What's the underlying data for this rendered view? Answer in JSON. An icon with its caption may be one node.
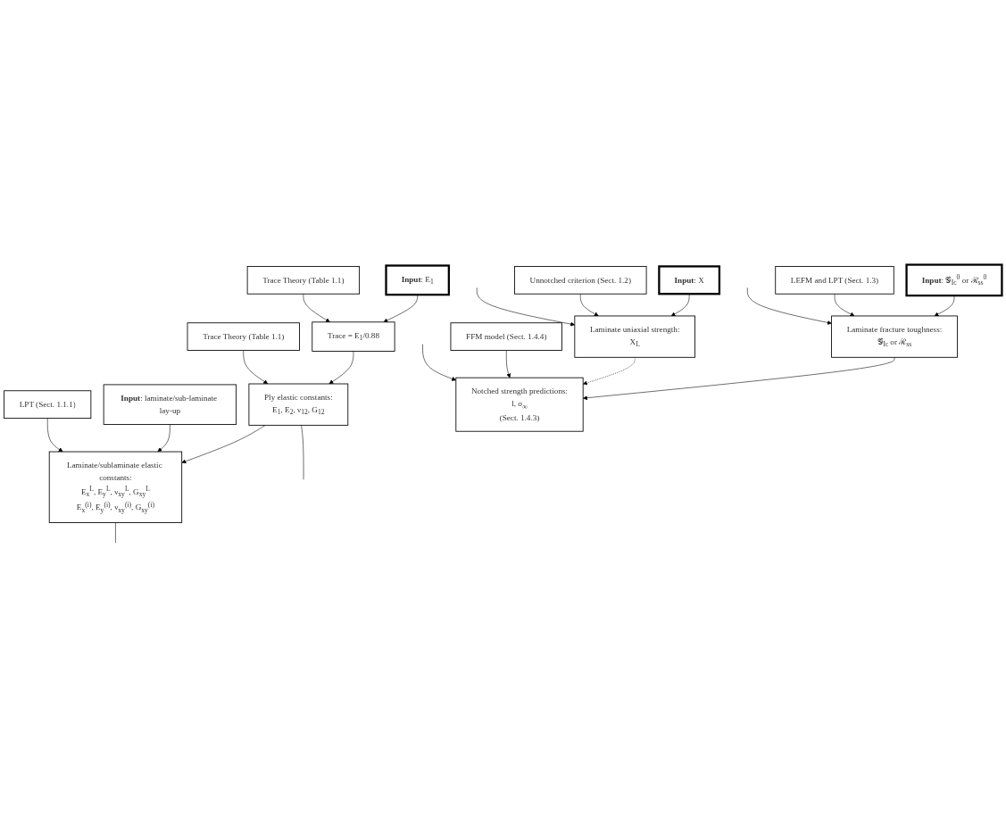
{
  "diagram": {
    "nodes": [
      {
        "text": [
          "**Input**: E$_{1}$"
        ]
      },
      {
        "text": [
          "Trace Theory (Table 1.1)"
        ]
      },
      {
        "text": [
          "Trace = E$_{1}$/0.88"
        ]
      },
      {
        "text": [
          "Trace Theory (Table 1.1)"
        ]
      },
      {
        "text": [
          "Ply elastic constants:",
          "E$_{1}$, E$_{2}$, ν$_{12}$, G$_{12}$"
        ]
      },
      {
        "text": [
          "**Input**: laminate/sub-laminate lay-up"
        ]
      },
      {
        "text": [
          "LPT (Sect. 1.1.1)"
        ]
      },
      {
        "text": [
          "Laminate/sublaminate elastic constants:",
          "E$_{x}$$^{L}$, E$_{y}$$^{L}$, ν$_{xy}$$^{L}$, G$_{xy}$$^{L}$",
          "E$_{x}$$^{(i)}$, E$_{y}$$^{(i)}$, ν$_{xy}$$^{(i)}$, G$_{xy}$$^{(i)}$"
        ]
      },
      {
        "text": [
          "**Input**: X"
        ]
      },
      {
        "text": [
          "Unnotched criterion (Sect. 1.2)"
        ]
      },
      {
        "text": [
          "Laminate uniaxial strength:",
          "X$_{L}$"
        ]
      },
      {
        "text": [
          "**Input**: 𝒢$_{Ic}$$^{0}$ or ℛ$_{ss}$$^{0}$"
        ]
      },
      {
        "text": [
          "LEFM and LPT (Sect. 1.3)"
        ]
      },
      {
        "text": [
          "Laminate fracture toughness:",
          "𝒢$_{Ic}$ or ℛ$_{ss}$"
        ]
      },
      {
        "text": [
          "FFM model (Sect. 1.4.4)"
        ]
      },
      {
        "text": [
          "Notched strength predictions:",
          "l, σ$_{∞}$",
          "(Sect. 1.4.3)"
        ]
      }
    ],
    "edges": [
      {
        "from": 0,
        "to": 2,
        "arrow": "to"
      },
      {
        "from": 1,
        "to": 2,
        "arrow": "to"
      },
      {
        "from": 2,
        "to": 4,
        "arrow": "to"
      },
      {
        "from": 3,
        "to": 4,
        "arrow": "to"
      },
      {
        "from": 4,
        "to": 7,
        "arrow": "to"
      },
      {
        "from": 5,
        "to": 7,
        "arrow": "to"
      },
      {
        "from": 6,
        "to": 7,
        "arrow": "to"
      },
      {
        "from": 8,
        "to": 10,
        "arrow": "to"
      },
      {
        "from": 9,
        "to": 10,
        "arrow": "to"
      },
      {
        "from": 11,
        "to": 13,
        "arrow": "to"
      },
      {
        "from": 12,
        "to": 13,
        "arrow": "to"
      },
      {
        "from": 13,
        "to": 15,
        "arrow": "to"
      },
      {
        "from": 10,
        "to": 15,
        "arrow": "to",
        "style": "dashed"
      },
      {
        "from": 14,
        "to": 15,
        "arrow": "to"
      },
      {
        "from": 4,
        "to": null,
        "arrow": "none"
      },
      {
        "from": 7,
        "to": null,
        "arrow": "none"
      },
      {
        "from": null,
        "to": 10,
        "arrow": "to"
      },
      {
        "from": null,
        "to": 13,
        "arrow": "to"
      },
      {
        "from": null,
        "to": 15,
        "arrow": "to"
      }
    ]
  }
}
